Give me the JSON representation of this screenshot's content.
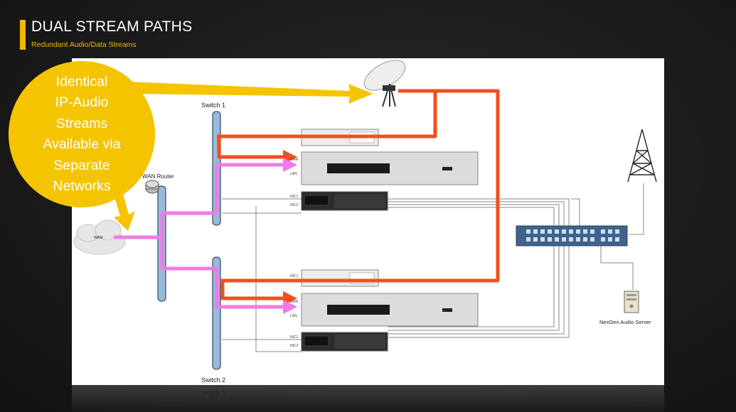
{
  "slide": {
    "title": "DUAL STREAM PATHS",
    "subtitle": "Redundant Audio/Data Streams"
  },
  "callout": {
    "lines": [
      "Identical",
      "IP-Audio",
      "Streams",
      "Available via",
      "Separate",
      "Networks"
    ]
  },
  "diagram": {
    "switch1_label": "Switch 1",
    "switch2_label": "Switch 2",
    "wan_router_label": "WAN Router",
    "wan_label": "WAN",
    "server_label": "NexGen Audio Server",
    "port_wan": "WAN",
    "port_lan": "LAN",
    "port_nic1": "NIC1",
    "port_nic2": "NIC2",
    "reflection_label": "Switch 2"
  },
  "colors": {
    "accent": "#f2b800",
    "callout": "#f5c400",
    "stream_red": "#f0501e",
    "stream_pink": "#f07ae6",
    "network_blue": "#9ab8d8"
  }
}
